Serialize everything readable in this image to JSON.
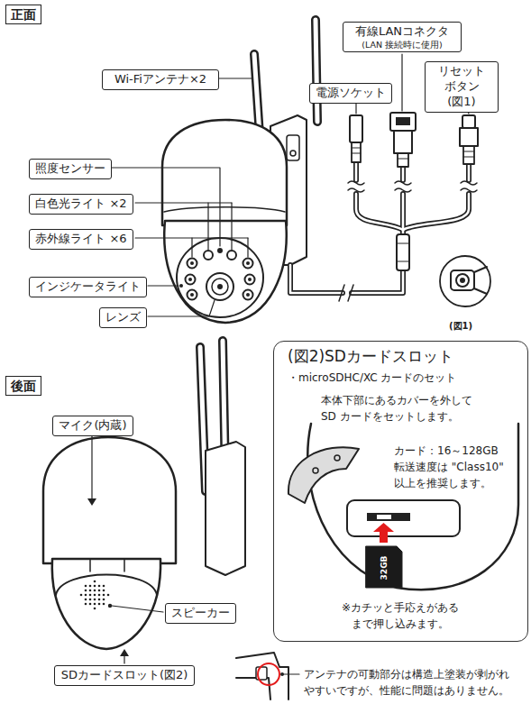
{
  "diagram": {
    "nodes": [
      {
        "text": [
          "正面"
        ]
      },
      {
        "text": [
          "Wi-Fiアンテナ×2"
        ]
      },
      {
        "text": [
          "有線LANコネクタ",
          "(LAN 接続時に使用)"
        ]
      },
      {
        "text": [
          "電源ソケット"
        ]
      },
      {
        "text": [
          "リセット ボタン(図1)"
        ]
      },
      {
        "text": [
          "照度センサー"
        ]
      },
      {
        "text": [
          "白色光ライト ×2"
        ]
      },
      {
        "text": [
          "赤外線ライト ×6"
        ]
      },
      {
        "text": [
          "インジケータライト"
        ]
      },
      {
        "text": [
          "レンズ"
        ]
      },
      {
        "text": [
          "後面"
        ]
      },
      {
        "text": [
          "(図2)SDカードスロット",
          "・microSDHC/XC カードのセット",
          "本体下部にあるカバーを外して SD カードをセットします。",
          "カード：16～128GB 転送速度は \"Class10\" 以上を推奨します。",
          "※カチッと手応えがある まで押し込みます。"
        ]
      },
      {
        "text": [
          "マイク(内蔵)"
        ]
      },
      {
        "text": [
          "スピーカー"
        ]
      },
      {
        "text": [
          "SDカードスロット(図2)"
        ]
      }
    ],
    "labels": [
      "(図1)",
      "32GB",
      "アンテナの可動部分は構造上塗装が剥がれ やすいですが、性能に問題はありません。"
    ]
  }
}
